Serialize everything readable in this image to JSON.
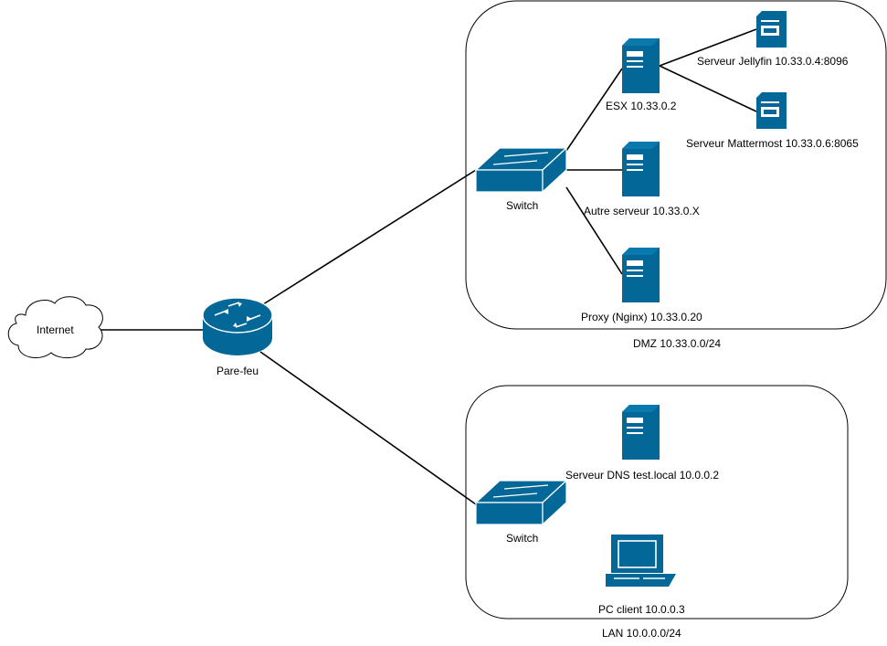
{
  "colors": {
    "device": "#036897",
    "device_light": "#ffffff",
    "line": "#000000",
    "zone_border": "#000000"
  },
  "nodes": {
    "internet": {
      "label": "Internet",
      "icon": "cloud-icon"
    },
    "firewall": {
      "label": "Pare-feu",
      "icon": "router-icon"
    },
    "switch_dmz": {
      "label": "Switch",
      "icon": "switch-icon"
    },
    "switch_lan": {
      "label": "Switch",
      "icon": "switch-icon"
    },
    "esx": {
      "label": "ESX 10.33.0.2",
      "icon": "server-tower-icon"
    },
    "jellyfin": {
      "label": "Serveur Jellyfin 10.33.0.4:8096",
      "icon": "virtual-server-icon"
    },
    "mattermost": {
      "label": "Serveur Mattermost 10.33.0.6:8065",
      "icon": "virtual-server-icon"
    },
    "autre": {
      "label": "Autre serveur 10.33.0.X",
      "icon": "server-tower-icon"
    },
    "proxy": {
      "label": "Proxy (Nginx) 10.33.0.20",
      "icon": "server-tower-icon"
    },
    "dns": {
      "label": "Serveur DNS test.local 10.0.0.2",
      "icon": "server-tower-icon"
    },
    "pc": {
      "label": "PC client 10.0.0.3",
      "icon": "pc-icon"
    }
  },
  "zones": {
    "dmz": {
      "label": "DMZ 10.33.0.0/24"
    },
    "lan": {
      "label": "LAN 10.0.0.0/24"
    }
  },
  "connections": [
    [
      "internet",
      "firewall"
    ],
    [
      "firewall",
      "switch_dmz"
    ],
    [
      "firewall",
      "switch_lan"
    ],
    [
      "switch_dmz",
      "esx"
    ],
    [
      "switch_dmz",
      "autre"
    ],
    [
      "switch_dmz",
      "proxy"
    ],
    [
      "esx",
      "jellyfin"
    ],
    [
      "esx",
      "mattermost"
    ]
  ]
}
